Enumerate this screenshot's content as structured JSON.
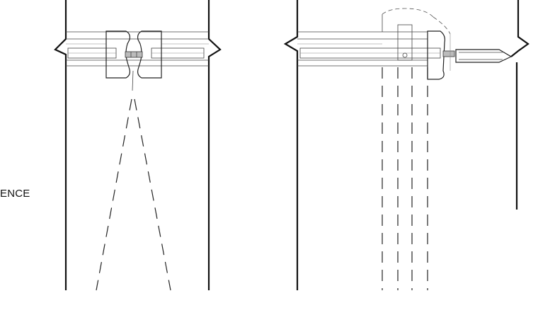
{
  "drawing": {
    "edge_label": "ENCE",
    "left_detail": {
      "description_name": "hinge-detail-closed"
    },
    "right_detail": {
      "description_name": "hinge-detail-open"
    }
  }
}
